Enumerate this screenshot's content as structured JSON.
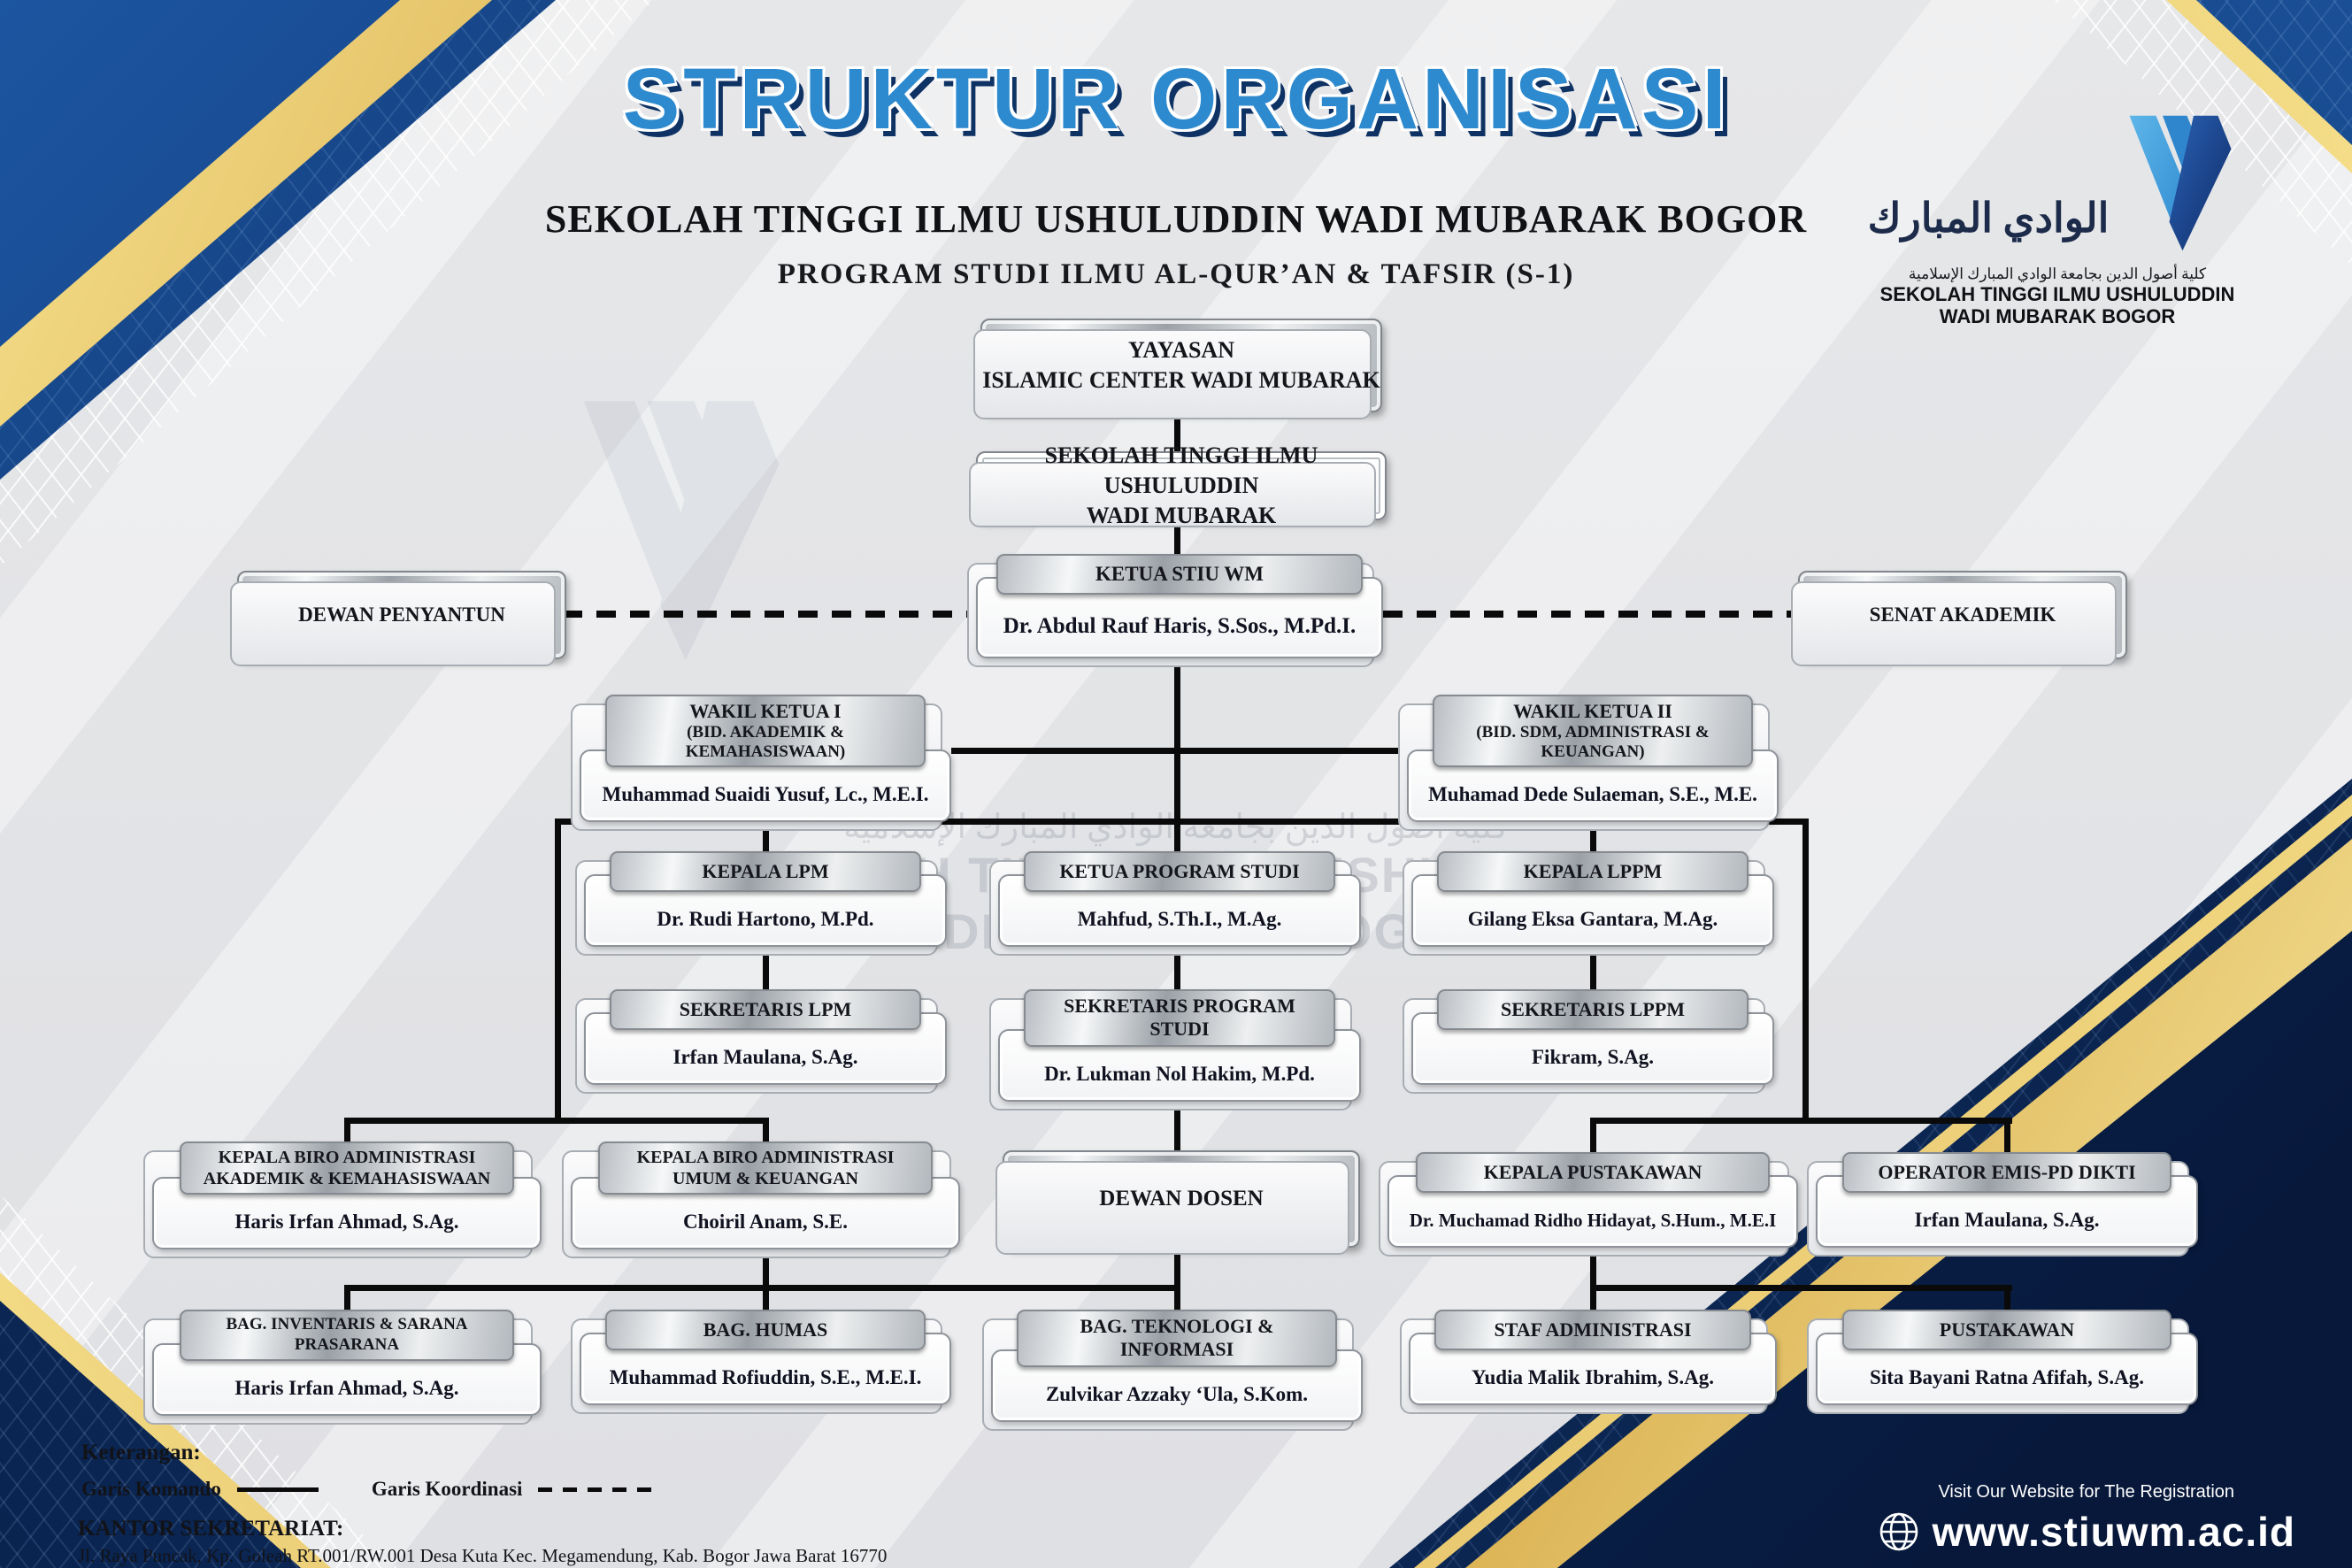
{
  "header": {
    "title": "STRUKTUR ORGANISASI",
    "subtitle": "SEKOLAH TINGGI ILMU USHULUDDIN WADI MUBARAK BOGOR",
    "program": "PROGRAM STUDI ILMU AL-QUR’AN & TAFSIR (S-1)"
  },
  "logo": {
    "arabic_calligraphy": "الوادي المبارك",
    "arabic_line": "كلية أصول الدين بجامعة الوادي المبارك الإسلامية",
    "name_line1": "SEKOLAH TINGGI ILMU USHULUDDIN",
    "name_line2": "WADI MUBARAK BOGOR"
  },
  "watermark": {
    "arabic": "كلية أصول الدين بجامعة الوادي المبارك الإسلامية",
    "line1": "SEKOLAH TINGGI ILMU USHULUDDIN",
    "line2": "WADI MUBARAK BOGOR"
  },
  "nodes": {
    "yayasan": {
      "line1": "YAYASAN",
      "line2": "ISLAMIC CENTER WADI MUBARAK"
    },
    "stiu": {
      "line1": "SEKOLAH TINGGI ILMU USHULUDDIN",
      "line2": "WADI MUBARAK"
    },
    "dewan_penyantun": {
      "title": "DEWAN PENYANTUN"
    },
    "senat_akademik": {
      "title": "SENAT AKADEMIK"
    },
    "ketua": {
      "title": "KETUA STIU WM",
      "name": "Dr. Abdul Rauf Haris, S.Sos., M.Pd.I."
    },
    "wakil1": {
      "title1": "WAKIL KETUA I",
      "title2": "(BID. AKADEMIK & KEMAHASISWAAN)",
      "name": "Muhammad Suaidi Yusuf, Lc., M.E.I."
    },
    "wakil2": {
      "title1": "WAKIL KETUA II",
      "title2": "(BID. SDM, ADMINISTRASI & KEUANGAN)",
      "name": "Muhamad Dede Sulaeman, S.E., M.E."
    },
    "kepala_lpm": {
      "title": "KEPALA LPM",
      "name": "Dr. Rudi Hartono, M.Pd."
    },
    "ketua_prodi": {
      "title": "KETUA PROGRAM STUDI",
      "name": "Mahfud, S.Th.I., M.Ag."
    },
    "kepala_lppm": {
      "title": "KEPALA LPPM",
      "name": "Gilang Eksa Gantara, M.Ag."
    },
    "sekretaris_lpm": {
      "title": "SEKRETARIS LPM",
      "name": "Irfan Maulana, S.Ag."
    },
    "sekretaris_prodi": {
      "title": "SEKRETARIS PROGRAM STUDI",
      "name": "Dr. Lukman Nol Hakim, M.Pd."
    },
    "sekretaris_lppm": {
      "title": "SEKRETARIS LPPM",
      "name": "Fikram, S.Ag."
    },
    "biro_akademik": {
      "title1": "KEPALA BIRO ADMINISTRASI",
      "title2": "AKADEMIK & KEMAHASISWAAN",
      "name": "Haris Irfan Ahmad, S.Ag."
    },
    "biro_umum": {
      "title1": "KEPALA BIRO ADMINISTRASI",
      "title2": "UMUM & KEUANGAN",
      "name": "Choiril Anam, S.E."
    },
    "dewan_dosen": {
      "title": "DEWAN DOSEN"
    },
    "kepala_pustakawan": {
      "title": "KEPALA PUSTAKAWAN",
      "name": "Dr. Muchamad Ridho Hidayat, S.Hum., M.E.I"
    },
    "operator_emis": {
      "title": "OPERATOR EMIS-PD DIKTI",
      "name": "Irfan Maulana, S.Ag."
    },
    "bag_inventaris": {
      "title": "BAG. INVENTARIS & SARANA PRASARANA",
      "name": "Haris Irfan Ahmad, S.Ag."
    },
    "bag_humas": {
      "title": "BAG. HUMAS",
      "name": "Muhammad Rofiuddin, S.E., M.E.I."
    },
    "bag_teknologi": {
      "title": "BAG. TEKNOLOGI & INFORMASI",
      "name": "Zulvikar Azzaky ‘Ula, S.Kom."
    },
    "staf_administrasi": {
      "title": "STAF ADMINISTRASI",
      "name": "Yudia Malik Ibrahim, S.Ag."
    },
    "pustakawan": {
      "title": "PUSTAKAWAN",
      "name": "Sita Bayani Ratna Afifah, S.Ag."
    }
  },
  "legend": {
    "heading": "Keterangan:",
    "solid_label": "Garis Komando",
    "dashed_label": "Garis Koordinasi"
  },
  "footer": {
    "office_heading": "KANTOR SEKRETARIAT:",
    "office_address": "Jl. Raya Puncak, Kp. Goleah RT.001/RW.001 Desa Kuta Kec. Megamendung, Kab. Bogor Jawa Barat 16770",
    "website_note": "Visit Our Website for The Registration",
    "website_url": "www.stiuwm.ac.id"
  },
  "colors": {
    "navy": "#0d2f68",
    "gold": "#d3a239",
    "title_blue": "#2e8ace",
    "line": "#0a0a0b"
  }
}
